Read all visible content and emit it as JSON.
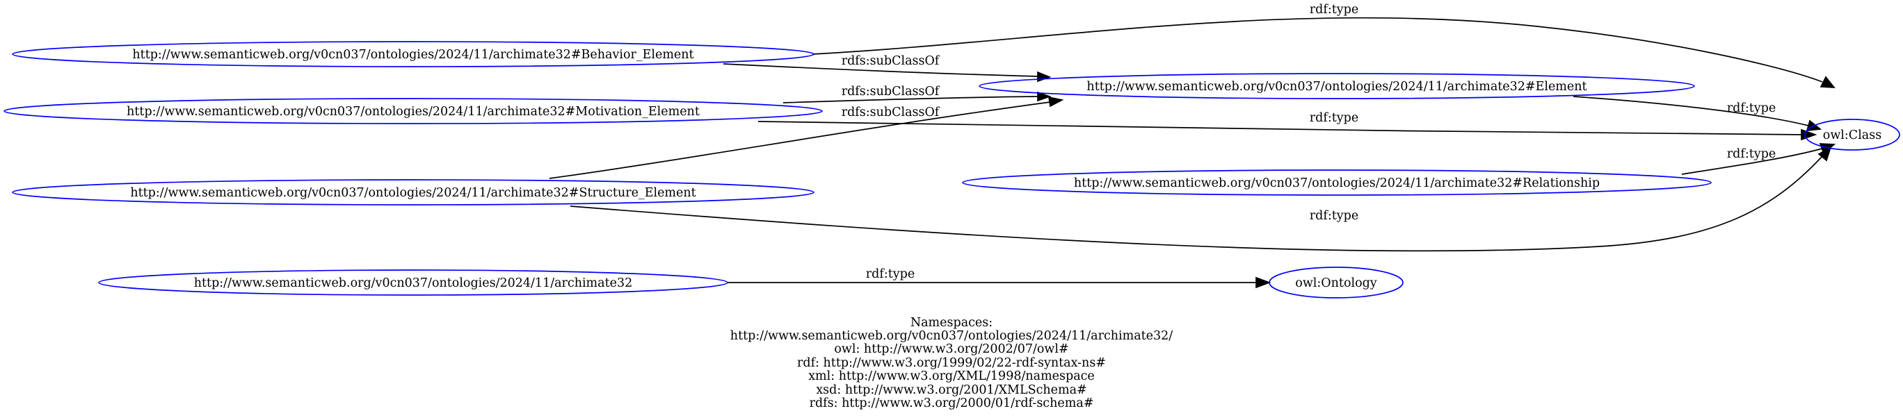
{
  "nodes": {
    "behavior": {
      "label": "http://www.semanticweb.org/v0cn037/ontologies/2024/11/archimate32#Behavior_Element"
    },
    "motivation": {
      "label": "http://www.semanticweb.org/v0cn037/ontologies/2024/11/archimate32#Motivation_Element"
    },
    "structure": {
      "label": "http://www.semanticweb.org/v0cn037/ontologies/2024/11/archimate32#Structure_Element"
    },
    "element": {
      "label": "http://www.semanticweb.org/v0cn037/ontologies/2024/11/archimate32#Element"
    },
    "relationship": {
      "label": "http://www.semanticweb.org/v0cn037/ontologies/2024/11/archimate32#Relationship"
    },
    "ontology_iri": {
      "label": "http://www.semanticweb.org/v0cn037/ontologies/2024/11/archimate32"
    },
    "owl_class": {
      "label": "owl:Class"
    },
    "owl_ontology": {
      "label": "owl:Ontology"
    }
  },
  "edges": {
    "behavior_type": {
      "label": "rdf:type"
    },
    "behavior_sub": {
      "label": "rdfs:subClassOf"
    },
    "motivation_sub": {
      "label": "rdfs:subClassOf"
    },
    "structure_sub": {
      "label": "rdfs:subClassOf"
    },
    "motivation_type": {
      "label": "rdf:type"
    },
    "element_type": {
      "label": "rdf:type"
    },
    "relationship_type": {
      "label": "rdf:type"
    },
    "structure_type": {
      "label": "rdf:type"
    },
    "ontology_type": {
      "label": "rdf:type"
    }
  },
  "namespaces": {
    "heading": "Namespaces:",
    "lines": [
      "http://www.semanticweb.org/v0cn037/ontologies/2024/11/archimate32/",
      "owl: http://www.w3.org/2002/07/owl#",
      "rdf: http://www.w3.org/1999/02/22-rdf-syntax-ns#",
      "xml: http://www.w3.org/XML/1998/namespace",
      "xsd: http://www.w3.org/2001/XMLSchema#",
      "rdfs: http://www.w3.org/2000/01/rdf-schema#"
    ]
  },
  "colors": {
    "node_stroke": "#0000ff",
    "edge_stroke": "#000000",
    "text": "#000000",
    "background": "#ffffff"
  }
}
